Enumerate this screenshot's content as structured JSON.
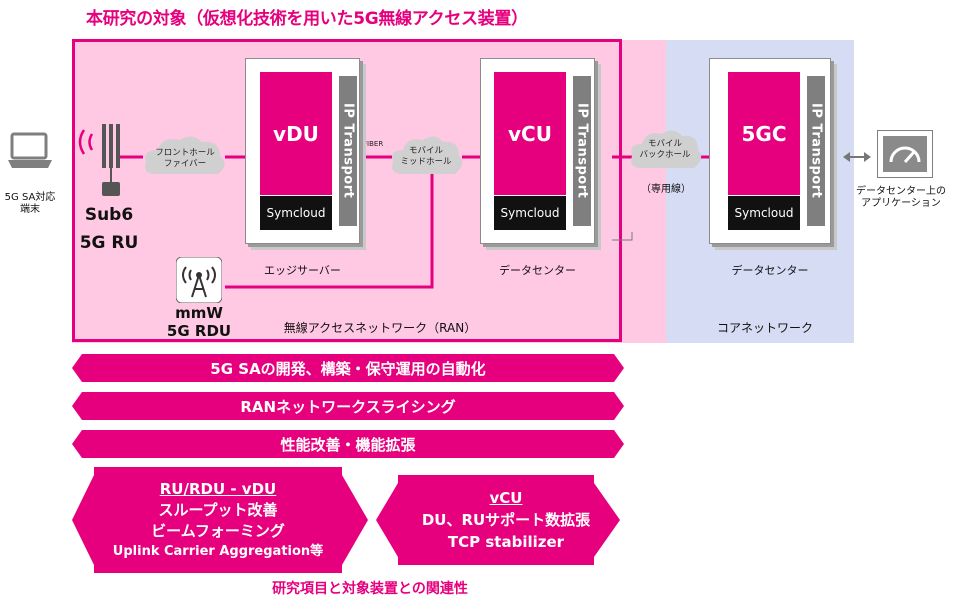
{
  "title": "本研究の対象（仮想化技術を用いた5G無線アクセス装置）",
  "terminal_label": "5G SA対応\n端末",
  "sub6": "Sub6",
  "ru": "5G RU",
  "mmw": "mmW",
  "rdu": "5G RDU",
  "fronthaul": "フロントホール\nファイバー",
  "fiber": "FIBER",
  "midhaul": "モバイル\nミッドホール",
  "backhaul": "モバイル\nバックホール",
  "dedicated_line": "（専用線）",
  "vdu": "vDU",
  "vcu": "vCU",
  "fivegc": "5GC",
  "ip_transport": "IP Transport",
  "symcloud": "Symcloud",
  "edge_server": "エッジサーバー",
  "datacenter": "データセンター",
  "datacenter_app": "データセンター上の\nアプリケーション",
  "ran_label": "無線アクセスネットワーク（RAN）",
  "core_label": "コアネットワーク",
  "bars": [
    "5G SAの開発、構築・保守運用の自動化",
    "RANネットワークスライシング",
    "性能改善・機能拡張"
  ],
  "left_arrow": {
    "heading": "RU/RDU - vDU",
    "lines": [
      "スループット改善",
      "ビームフォーミング",
      "Uplink Carrier Aggregation等"
    ]
  },
  "right_arrow": {
    "heading": "vCU",
    "lines": [
      "DU、RUサポート数拡張",
      "TCP stabilizer"
    ]
  },
  "footer": "研究項目と対象装置との関連性",
  "colors": {
    "magenta": "#e6007e",
    "pink_zone": "#ffc8e3",
    "blue_zone": "#d5dcf4",
    "gray": "#7f7f7f"
  }
}
